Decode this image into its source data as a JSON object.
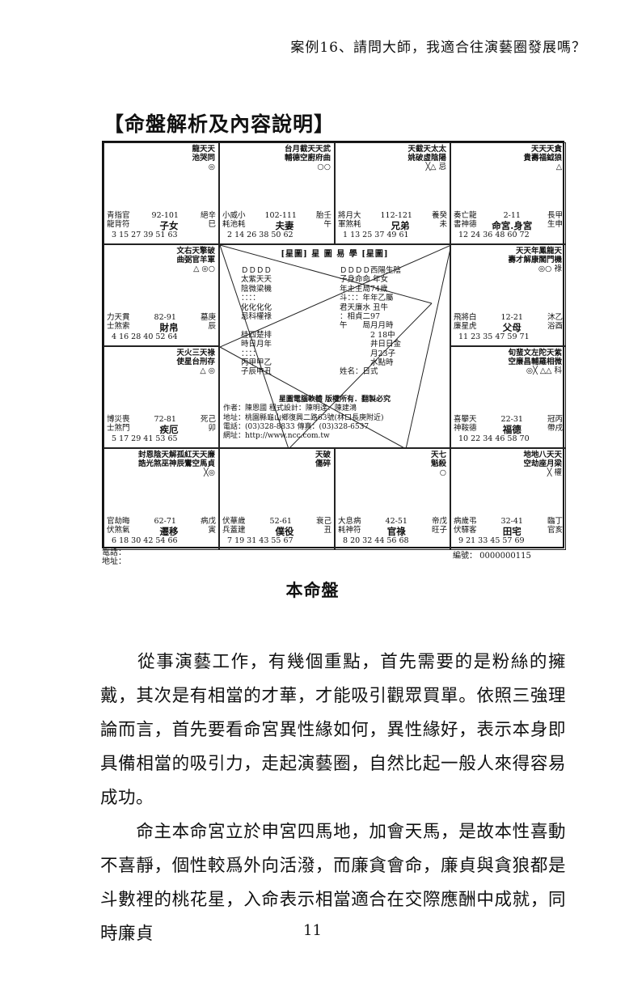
{
  "header": {
    "title": "案例16、請問大師，我適合往演藝圈發展嗎？"
  },
  "section_title": "【命盤解析及內容說明】",
  "chart": {
    "cells": [
      {
        "id": "si",
        "stars": [
          "龍天天",
          "池哭同"
        ],
        "marks": "◎",
        "row1": [
          "青指官",
          "92-101",
          "絕辛"
        ],
        "row2": [
          "龍背符",
          "子女",
          "巳"
        ],
        "ages": "3 15 27 39 51 63"
      },
      {
        "id": "wu",
        "stars": [
          "台月截天天武",
          "輔德空廚府曲"
        ],
        "marks": "○○",
        "row1": [
          "小威小",
          "102-111",
          "胎壬"
        ],
        "row2": [
          "耗池耗",
          "夫妻",
          "午"
        ],
        "ages": "2 14 26 38 50 62"
      },
      {
        "id": "wei",
        "stars": [
          "天截天太太",
          "姚破虛陰陽"
        ],
        "marks": "╳△ 忌",
        "row1": [
          "將月大",
          "112-121",
          "養癸"
        ],
        "row2": [
          "軍煞耗",
          "兄弟",
          "未"
        ],
        "ages": "1 13 25 37 49 61"
      },
      {
        "id": "shen",
        "stars": [
          "天天天貪",
          "貴壽福鉞狼"
        ],
        "marks": "△",
        "row1": [
          "奏亡龍",
          "2-11",
          "長甲"
        ],
        "row2": [
          "書神德",
          "命宮.身宮",
          "生申"
        ],
        "ages": "12 24 36 48 60 72"
      },
      {
        "id": "chen",
        "stars": [
          "文右天擎破",
          "曲弼官羊軍"
        ],
        "marks": "△ ◎○",
        "row1": [
          "力天貫",
          "82-91",
          "墓庚"
        ],
        "row2": [
          "士煞索",
          "財帛",
          "辰"
        ],
        "ages": "4 16 28 40 52 64"
      },
      {
        "id": "you",
        "stars": [
          "天天年鳳龍天",
          "壽才解康閣門機"
        ],
        "marks": "◎○ 祿",
        "row1": [
          "飛將白",
          "12-21",
          "沐乙"
        ],
        "row2": [
          "廉星虎",
          "父母",
          "浴酉"
        ],
        "ages": "11 23 35 47 59 71"
      },
      {
        "id": "mao",
        "stars": [
          "天火三天祿",
          "使星台刑存"
        ],
        "marks": "△ ◎",
        "row1": [
          "博災喪",
          "72-81",
          "死己"
        ],
        "row2": [
          "士煞門",
          "疾厄",
          "卯"
        ],
        "ages": "5 17 29 41 53 65"
      },
      {
        "id": "xu",
        "stars": [
          "旬蜚文左陀天紫",
          "空廉昌輔羅相微"
        ],
        "marks": "◎╳ △△ 科",
        "row1": [
          "喜攀天",
          "22-31",
          "冠丙"
        ],
        "row2": [
          "神鞍德",
          "福德",
          "帶戌"
        ],
        "ages": "10 22 34 46 58 70"
      },
      {
        "id": "yin",
        "stars": [
          "封恩陰天解孤紅天天廉",
          "誥光煞巫神辰鸞空馬貞"
        ],
        "marks": "╳◎",
        "row1": [
          "官劫晦",
          "62-71",
          "病戊"
        ],
        "row2": [
          "伏煞氣",
          "遷移",
          "寅"
        ],
        "ages": "6 18 30 42 54 66"
      },
      {
        "id": "chou",
        "stars": [
          "天破",
          "傷碎"
        ],
        "marks": "",
        "row1": [
          "伏華歲",
          "52-61",
          "衰己"
        ],
        "row2": [
          "兵蓋建",
          "僕役",
          "丑"
        ],
        "ages": "7 19 31 43 55 67"
      },
      {
        "id": "zi",
        "stars": [
          "天七",
          "魁殺"
        ],
        "marks": "○",
        "row1": [
          "大息病",
          "42-51",
          "帝戊"
        ],
        "row2": [
          "耗神符",
          "官祿",
          "旺子"
        ],
        "ages": "8 20 32 44 56 68"
      },
      {
        "id": "hai",
        "stars": [
          "地地八天天",
          "空劫座月梁"
        ],
        "marks": "╳ 權",
        "row1": [
          "病歲弔",
          "32-41",
          "臨丁"
        ],
        "row2": [
          "伏驛客",
          "田宅",
          "官亥"
        ],
        "ages": "9 21 33 45 57 69"
      }
    ],
    "center": {
      "title": "[星圖] 星 圖 易 學 [星圖]",
      "left_lines": [
        "ＤＤＤＤ",
        "太紫天天",
        "陰微梁機",
        "：：：：",
        "化化化化",
        "忌科權祿",
        "",
        "桂四楚排",
        "時日月年",
        "：：：：",
        "丙甲甲乙",
        "子辰申丑"
      ],
      "right_lines": [
        "ＤＤＤＤ西陽生陰",
        "子身命命 年女",
        "年主主局74歲",
        "斗：：：年年乙屬",
        "君天廉水 丑牛",
        "：相貞二97",
        "午　　局月月時",
        "　　　　2 18中",
        "　　　　井日日金",
        "　　　　月23子",
        "　　　　水點時",
        "姓名：日式"
      ],
      "publisher": [
        "星圖電腦軟體 版權所有．翻製必究",
        "作者：陳恩國 程式設計：陳明達．陳建鴻",
        "地址：桃園縣龜山鄉復興二路63號(林口長庚附近)",
        "電話：(03)328-8833 傳真：(03)328-6537",
        "網址：http://www.ncc.com.tw"
      ]
    },
    "phone_label": "電話：",
    "addr_label": "地址：",
    "code": "編號：  0000000115"
  },
  "chart_caption": "本命盤",
  "paragraphs": [
    "　　從事演藝工作，有幾個重點，首先需要的是粉絲的擁戴，其次是有相當的才華，才能吸引觀眾買單。依照三強理論而言，首先要看命宮異性緣如何，異性緣好，表示本身即具備相當的吸引力，走起演藝圈，自然比起一般人來得容易成功。",
    "　　命主本命宮立於申宮四馬地，加會天馬，是故本性喜動不喜靜，個性較爲外向活潑，而廉貪會命，廉貞與貪狼都是斗數裡的桃花星，入命表示相當適合在交際應酬中成就，同時廉貞"
  ],
  "page_number": "11"
}
